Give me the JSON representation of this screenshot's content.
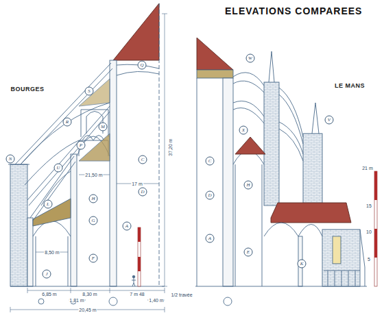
{
  "diagram": {
    "title": "ELEVATIONS COMPAREES",
    "labels": [
      "BOURGES",
      "LE MANS",
      "S",
      "Q",
      "R",
      "M",
      "P",
      "C",
      "N",
      "U",
      "D",
      "L",
      "H",
      "G",
      "A",
      "F",
      "J",
      "W",
      "V",
      "X",
      "C",
      "H",
      "D",
      "A",
      "E",
      "K",
      "21,50 m",
      "17 m",
      "37,20 m",
      "8,50 m",
      "6,85 m",
      "8,30 m",
      "7 m 48",
      "1,81 m",
      "1,40 m",
      "20,45 m",
      "1/2 travée",
      "21 m",
      "15",
      "10",
      "5"
    ]
  }
}
